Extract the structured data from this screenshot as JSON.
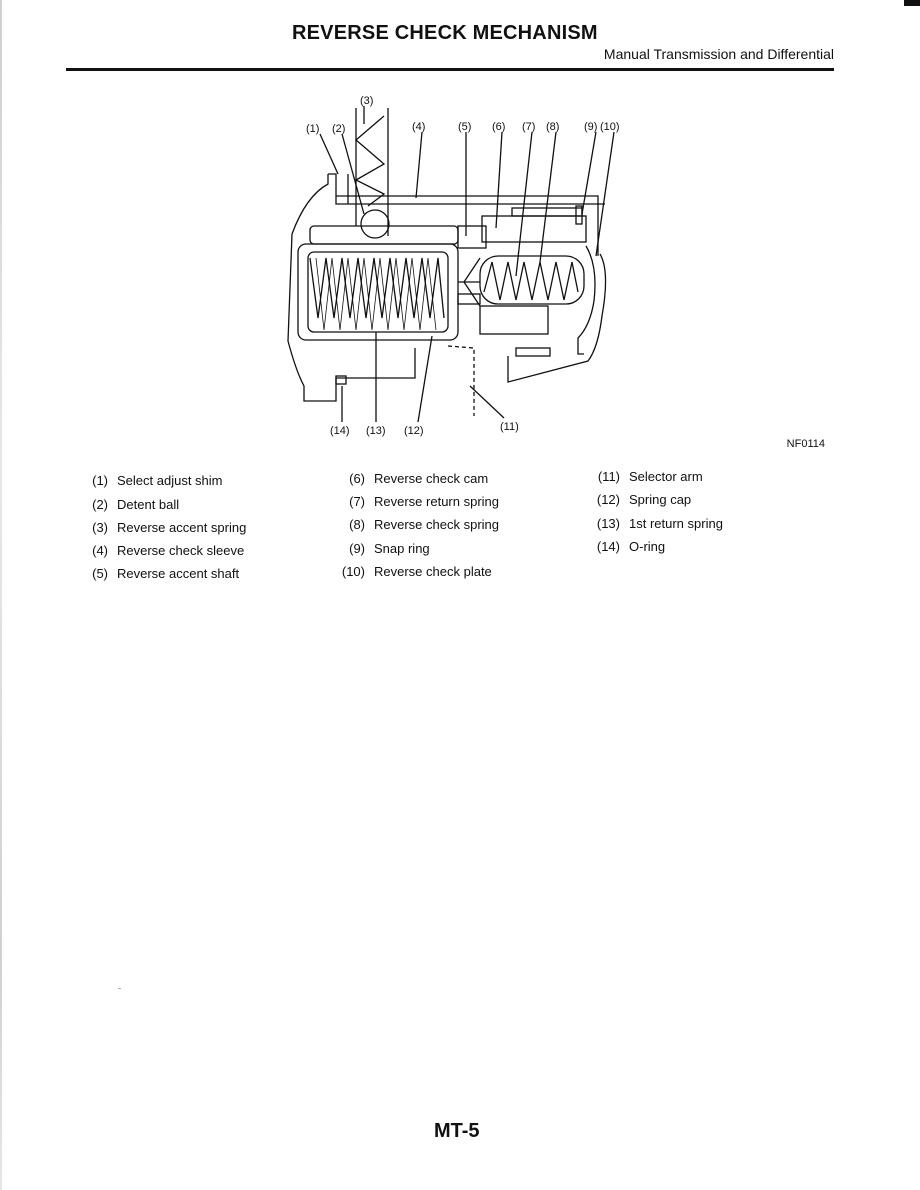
{
  "header": {
    "title": "REVERSE CHECK MECHANISM",
    "subtitle": "Manual Transmission and Differential"
  },
  "diagram": {
    "figure_code": "NF0114",
    "callouts": [
      "(1)",
      "(2)",
      "(3)",
      "(4)",
      "(5)",
      "(6)",
      "(7)",
      "(8)",
      "(9)",
      "(10)",
      "(11)",
      "(12)",
      "(13)",
      "(14)"
    ]
  },
  "legend": {
    "column1": [
      {
        "num": "(1)",
        "label": "Select adjust shim"
      },
      {
        "num": "(2)",
        "label": "Detent ball"
      },
      {
        "num": "(3)",
        "label": "Reverse accent spring"
      },
      {
        "num": "(4)",
        "label": "Reverse check sleeve"
      },
      {
        "num": "(5)",
        "label": "Reverse accent shaft"
      }
    ],
    "column2": [
      {
        "num": "(6)",
        "label": "Reverse check cam"
      },
      {
        "num": "(7)",
        "label": "Reverse return spring"
      },
      {
        "num": "(8)",
        "label": "Reverse check spring"
      },
      {
        "num": "(9)",
        "label": "Snap ring"
      },
      {
        "num": "(10)",
        "label": "Reverse check plate"
      }
    ],
    "column3": [
      {
        "num": "(11)",
        "label": "Selector arm"
      },
      {
        "num": "(12)",
        "label": "Spring cap"
      },
      {
        "num": "(13)",
        "label": "1st return spring"
      },
      {
        "num": "(14)",
        "label": "O-ring"
      }
    ]
  },
  "footer": {
    "page_number": "MT-5"
  }
}
